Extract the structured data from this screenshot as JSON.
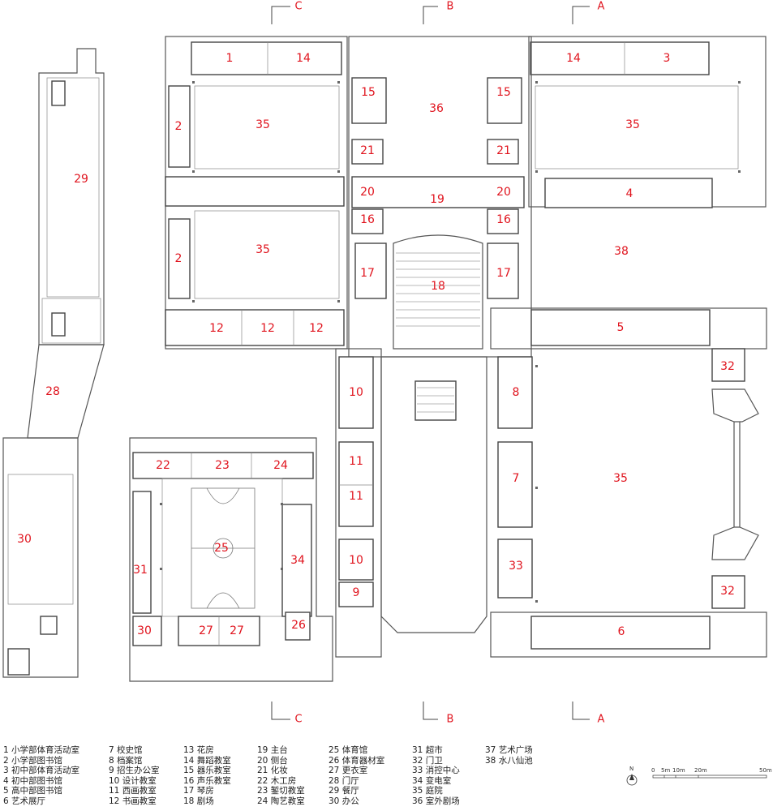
{
  "rooms": [
    {
      "n": "1"
    },
    {
      "n": "14"
    },
    {
      "n": "14"
    },
    {
      "n": "3"
    },
    {
      "n": "15"
    },
    {
      "n": "36"
    },
    {
      "n": "15"
    },
    {
      "n": "2"
    },
    {
      "n": "35"
    },
    {
      "n": "35"
    },
    {
      "n": "21"
    },
    {
      "n": "21"
    },
    {
      "n": "29"
    },
    {
      "n": "20"
    },
    {
      "n": "19"
    },
    {
      "n": "20"
    },
    {
      "n": "4"
    },
    {
      "n": "16"
    },
    {
      "n": "16"
    },
    {
      "n": "2"
    },
    {
      "n": "35"
    },
    {
      "n": "38"
    },
    {
      "n": "17"
    },
    {
      "n": "17"
    },
    {
      "n": "18"
    },
    {
      "n": "12"
    },
    {
      "n": "12"
    },
    {
      "n": "12"
    },
    {
      "n": "5"
    },
    {
      "n": "32"
    },
    {
      "n": "28"
    },
    {
      "n": "10"
    },
    {
      "n": "8"
    },
    {
      "n": "22"
    },
    {
      "n": "23"
    },
    {
      "n": "24"
    },
    {
      "n": "11"
    },
    {
      "n": "11"
    },
    {
      "n": "7"
    },
    {
      "n": "35"
    },
    {
      "n": "30"
    },
    {
      "n": "25"
    },
    {
      "n": "34"
    },
    {
      "n": "31"
    },
    {
      "n": "10"
    },
    {
      "n": "33"
    },
    {
      "n": "9"
    },
    {
      "n": "32"
    },
    {
      "n": "30"
    },
    {
      "n": "27"
    },
    {
      "n": "27"
    },
    {
      "n": "26"
    },
    {
      "n": "6"
    }
  ],
  "sections": {
    "a": "A",
    "b": "B",
    "c": "C"
  },
  "legend": {
    "col1": [
      "1 小学部体育活动室",
      "2 小学部图书馆",
      "3 初中部体育活动室",
      "4 初中部图书馆",
      "5 高中部图书馆",
      "6 艺术展厅"
    ],
    "col2": [
      "7 校史馆",
      "8 档案馆",
      "9 招生办公室",
      "10 设计教室",
      "11 西画教室",
      "12 书画教室"
    ],
    "col3": [
      "13 花房",
      "14 舞蹈教室",
      "15 器乐教室",
      "16 声乐教室",
      "17 琴房",
      "18 剧场"
    ],
    "col4": [
      "19 主台",
      "20 侧台",
      "21 化妆",
      "22 木工房",
      "23 錾切教室",
      "24 陶艺教室"
    ],
    "col5": [
      "25 体育馆",
      "26 体育器材室",
      "27 更衣室",
      "28 门厅",
      "29 餐厅",
      "30 办公"
    ],
    "col6": [
      "31 超市",
      "32 门卫",
      "33 消控中心",
      "34 变电室",
      "35 庭院",
      "36 室外剧场"
    ],
    "col7": [
      "37 艺术广场",
      "38 水八仙池"
    ]
  },
  "scale": {
    "n": "N",
    "t0": "0",
    "t1": "5m",
    "t2": "10m",
    "t3": "20m",
    "t4": "50m"
  }
}
